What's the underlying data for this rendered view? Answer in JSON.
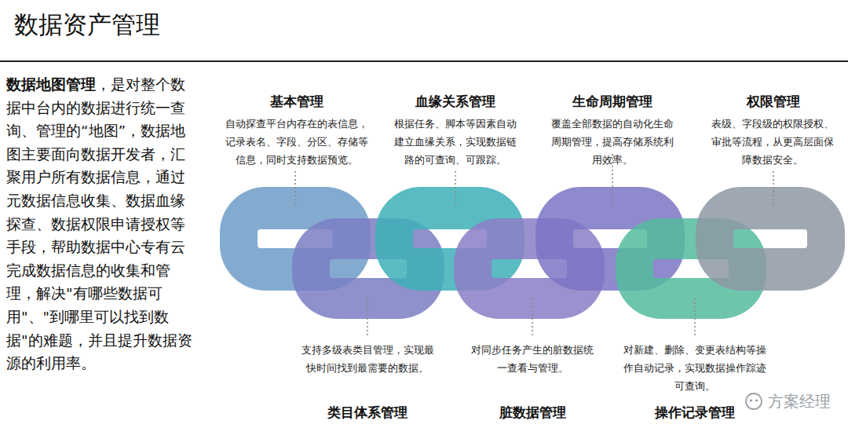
{
  "diagram": {
    "title": "数据资产管理",
    "nodes": [
      {
        "text": [
          "基本管理",
          "自动探查平台内存在的表信息，记录表名、字段、分区、存储等信息，同时支持数据预览。"
        ]
      },
      {
        "text": [
          "类目体系管理",
          "支持多级表类目管理，实现最快时间找到最需要的数据。"
        ]
      },
      {
        "text": [
          "血缘关系管理",
          "根据任务、脚本等因素自动建立血缘关系，实现数据链路的可查询、可跟踪。"
        ]
      },
      {
        "text": [
          "脏数据管理",
          "对同步任务产生的脏数据统一查看与管理。"
        ]
      },
      {
        "text": [
          "生命周期管理",
          "覆盖全部数据的自动化生命周期管理，提高存储系统利用效率。"
        ]
      },
      {
        "text": [
          "操作记录管理",
          "对新建、删除、变更表结构等操作自动记录，实现数据操作踪迹可查询。"
        ]
      },
      {
        "text": [
          "权限管理",
          "表级、字段级的权限授权、审批等流程，从更高层面保障数据安全。"
        ]
      }
    ],
    "labels": [
      "数据地图管理",
      "，是对整个数据中台内的数据进行统一查询、管理的“地图”，数据地图主要面向数据开发者，汇聚用户所有数据信息，通过元数据信息收集、数据血缘探查、数据权限申请授权等手段，帮助数据中心专有云完成数据信息的收集和管理，解决\"有哪些数据可用\"、\"到哪里可以找到数据\"的难题，并且提升数据资源的利用率。",
      "方案经理"
    ]
  }
}
